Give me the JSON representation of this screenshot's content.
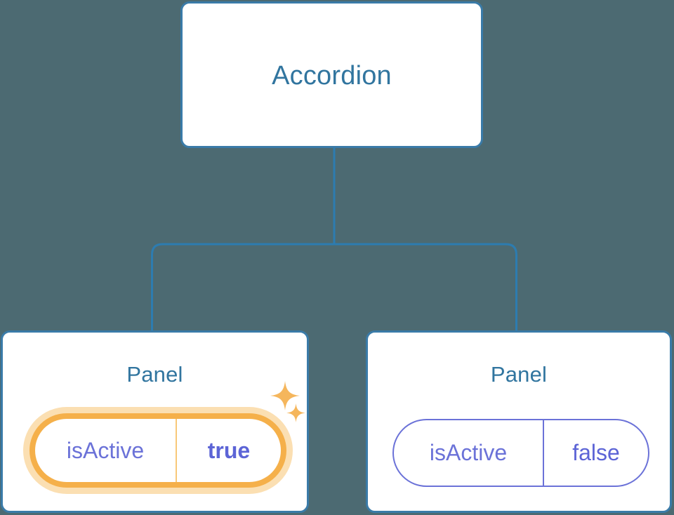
{
  "diagram": {
    "type": "component-tree",
    "background_color": "#4c6a72",
    "connector_color": "#2d7cb0"
  },
  "root": {
    "title": "Accordion",
    "border_color": "#3a7ba8",
    "title_color": "#31759f"
  },
  "panels": [
    {
      "title": "Panel",
      "highlighted": true,
      "prop": {
        "key": "isActive",
        "value": "true",
        "value_bold": true,
        "ring_color": "#f5b04a",
        "glow_color": "#fbdfb2",
        "divider_color": "#f8c878",
        "key_color": "#6b72d8",
        "value_color": "#5c64d6"
      },
      "sparkles": [
        {
          "name": "sparkle-large",
          "color": "#f5b65c"
        },
        {
          "name": "sparkle-small",
          "color": "#f5b65c"
        }
      ]
    },
    {
      "title": "Panel",
      "highlighted": false,
      "prop": {
        "key": "isActive",
        "value": "false",
        "value_bold": false,
        "border_color": "#6b72d8",
        "divider_color": "#6b72d8",
        "key_color": "#6b72d8",
        "value_color": "#5c64d6"
      },
      "sparkles": []
    }
  ]
}
